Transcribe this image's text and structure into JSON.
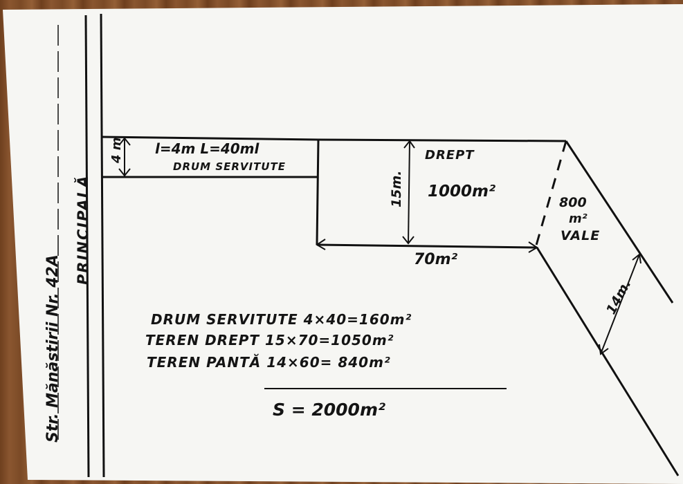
{
  "street": {
    "address": "Str. Mănăstirii Nr. 42A",
    "type": "PRINCIPALĂ"
  },
  "servitude_road": {
    "width_label": "4 m",
    "dimensions": "l=4m L=40ml",
    "label": "DRUM SERVITUTE"
  },
  "flat_land": {
    "side_label": "15m.",
    "title": "DREPT",
    "area": "1000m²",
    "bottom_label": "70m²"
  },
  "slope": {
    "area": "800",
    "unit": "m²",
    "label": "VALE",
    "side_label": "14m."
  },
  "calculations": [
    "DRUM SERVITUTE 4×40=160m²",
    "TEREN DREPT 15×70=1050m²",
    "TEREN PANTĂ 14×60= 840m²"
  ],
  "total": "S = 2000m²",
  "colors": {
    "ink": "#141414",
    "paper": "#f6f6f3",
    "wood": "#7a4a26"
  }
}
